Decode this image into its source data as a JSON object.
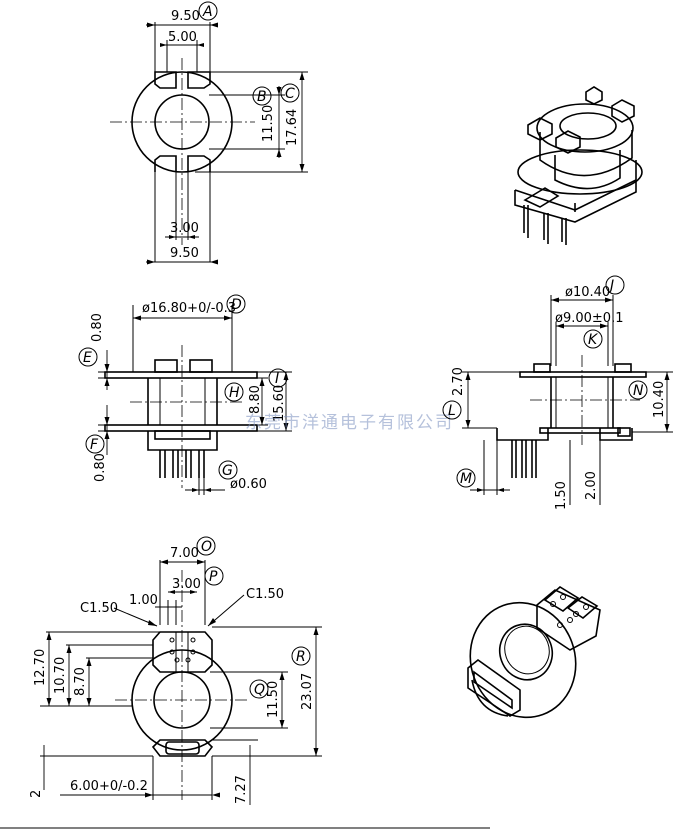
{
  "watermark": "东莞市洋通电子有限公司",
  "view_top": {
    "dim_width_top": "9.50",
    "dim_slot_top": "5.00",
    "dim_slot_bottom": "3.00",
    "dim_width_bottom": "9.50",
    "dim_inner": "11.50",
    "dim_outer": "17.64",
    "callouts": [
      "A",
      "B",
      "C"
    ]
  },
  "view_front": {
    "dim_flange": "ø16.80+0/-0.3",
    "dim_top_flange": "0.80",
    "dim_bottom_flange": "0.80",
    "dim_window": "8.80",
    "dim_height": "15.60",
    "dim_pin": "ø0.60",
    "callouts": [
      "D",
      "E",
      "F",
      "G",
      "H",
      "I"
    ]
  },
  "view_side": {
    "dim_outer_dia": "ø10.40",
    "dim_inner_dia": "ø9.00±0.1",
    "dim_left_height": "2.70",
    "dim_right_height": "10.40",
    "dim_pin_a": "1.50",
    "dim_pin_b": "2.00",
    "callouts": [
      "J",
      "K",
      "L",
      "M",
      "N"
    ]
  },
  "view_bottom": {
    "dim_top_width": "7.00",
    "dim_slot": "3.00",
    "dim_gap": "1.00",
    "dim_chamfer_left": "C1.50",
    "dim_chamfer_right": "C1.50",
    "dim_h1": "12.70",
    "dim_h2": "10.70",
    "dim_h3": "8.70",
    "dim_inner": "11.50",
    "dim_total": "23.07",
    "dim_base": "6.00+0/-0.2",
    "dim_tab": "7.27",
    "dim_side": "2",
    "callouts": [
      "O",
      "P",
      "Q",
      "R"
    ]
  }
}
